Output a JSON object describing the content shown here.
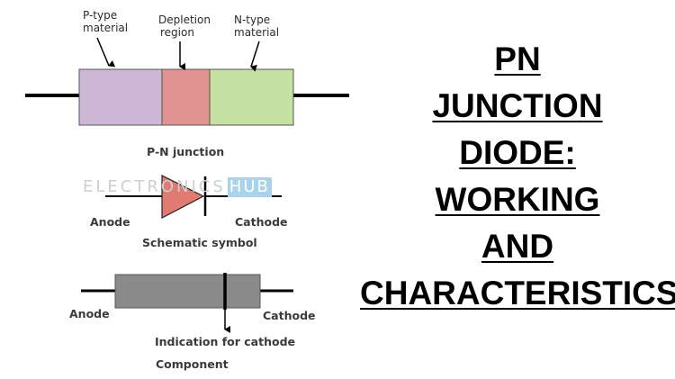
{
  "pn_junction": {
    "p_label_1": "P-type",
    "p_label_2": "material",
    "depletion_label_1": "Depletion",
    "depletion_label_2": "region",
    "n_label_1": "N-type",
    "n_label_2": "material",
    "caption": "P-N junction",
    "colors": {
      "p": "#cdb7d6",
      "depletion": "#e09390",
      "n": "#c5e0a0"
    }
  },
  "schematic": {
    "anode_label": "Anode",
    "cathode_label": "Cathode",
    "caption": "Schematic symbol",
    "triangle_color": "#e07b74"
  },
  "watermark": {
    "text": "ELECTRONICS",
    "hub": "HUB"
  },
  "component": {
    "anode_label": "Anode",
    "cathode_label": "Cathode",
    "indication_label": "Indication for cathode",
    "caption": "Component",
    "body_color": "#8a8a8a"
  },
  "title": {
    "lines": [
      "PN",
      "JUNCTION",
      "DIODE:",
      "WORKING",
      "AND",
      "CHARACTERISTICS"
    ]
  }
}
